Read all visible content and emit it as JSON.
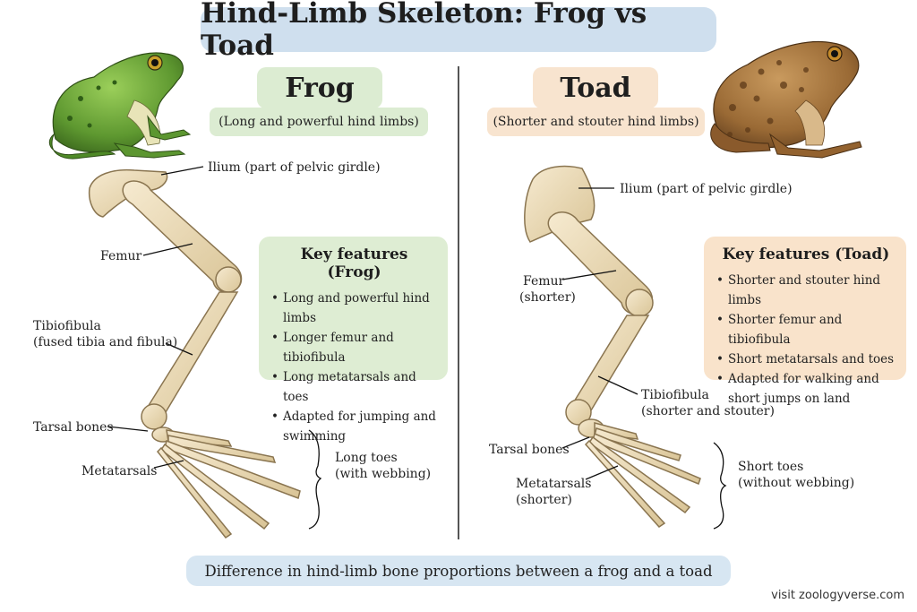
{
  "title": "Hind-Limb Skeleton: Frog vs Toad",
  "frog": {
    "heading": "Frog",
    "subheading": "(Long and powerful hind limbs)",
    "labels": {
      "ilium": "Ilium (part of pelvic girdle)",
      "femur": "Femur",
      "tibiofibula_1": "Tibiofibula",
      "tibiofibula_2": "(fused tibia and fibula)",
      "tarsal": "Tarsal bones",
      "metatarsals": "Metatarsals",
      "toes_1": "Long toes",
      "toes_2": "(with webbing)"
    },
    "features_title": "Key features (Frog)",
    "features": [
      "Long and powerful hind limbs",
      "Longer femur and tibiofibula",
      "Long metatarsals and toes",
      "Adapted for jumping and",
      "swimming"
    ]
  },
  "toad": {
    "heading": "Toad",
    "subheading": "(Shorter and stouter hind limbs)",
    "labels": {
      "ilium": "Ilium (part of pelvic girdle)",
      "femur_1": "Femur",
      "femur_2": "(shorter)",
      "tibiofibula_1": "Tibiofibula",
      "tibiofibula_2": "(shorter and stouter)",
      "tarsal": "Tarsal bones",
      "metatarsals_1": "Metatarsals",
      "metatarsals_2": "(shorter)",
      "toes_1": "Short toes",
      "toes_2": "(without webbing)"
    },
    "features_title": "Key features (Toad)",
    "features": [
      "Shorter and stouter hind limbs",
      "Shorter femur and tibiofibula",
      "Short metatarsals and toes",
      "Adapted for walking and",
      "short jumps on land"
    ]
  },
  "caption": "Difference in hind-limb bone proportions between a frog and a toad",
  "footer": "visit zoologyverse.com",
  "colors": {
    "title_bg": "#cfdfee",
    "frog_accent": "#dcecd2",
    "toad_accent": "#f8e4cf",
    "bone": "#eddcb4",
    "bone_outline": "#8a7550",
    "frog_skin": "#6aa33a",
    "toad_skin": "#a8743e"
  },
  "icons": [
    "frog-illustration",
    "toad-illustration"
  ]
}
